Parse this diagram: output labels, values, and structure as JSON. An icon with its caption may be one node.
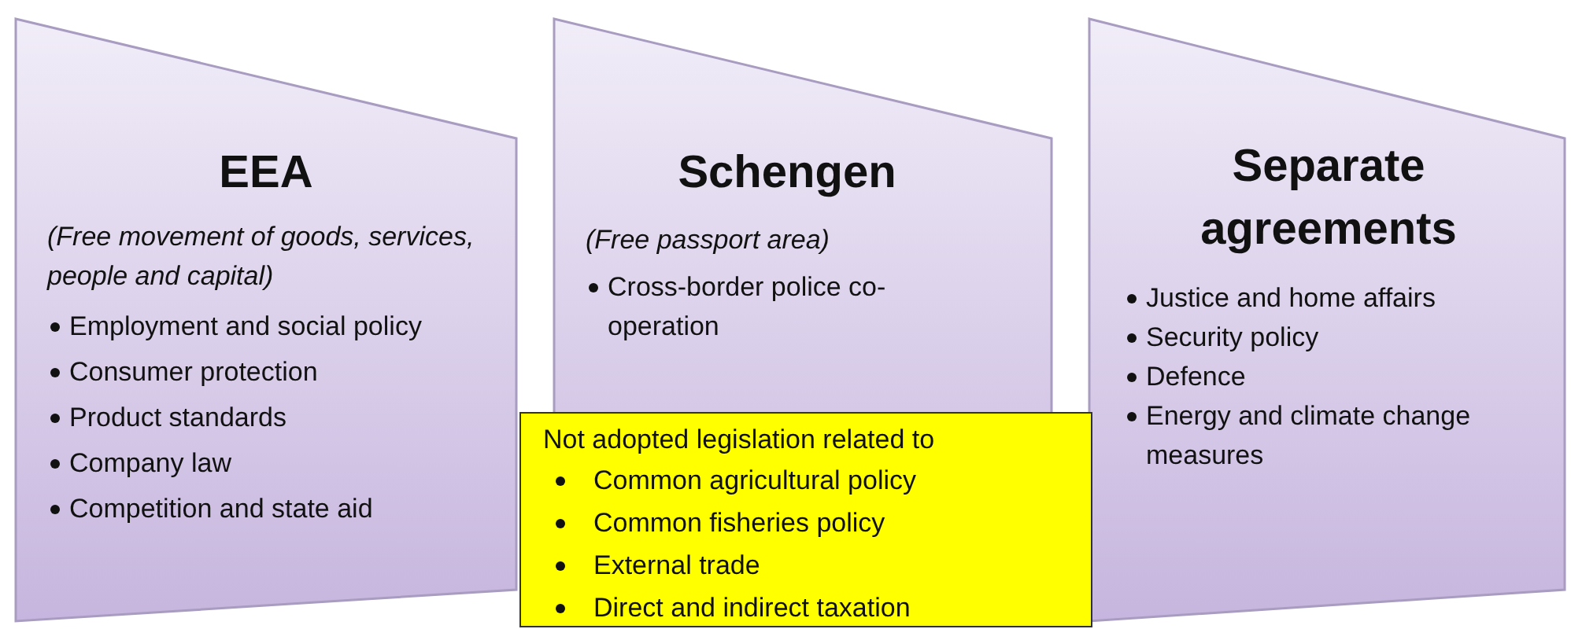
{
  "diagram": {
    "nodes": [
      {
        "text": [
          "EEA",
          "(Free movement of goods, services, people and capital)",
          "Employment and social policy",
          "Consumer protection",
          "Product standards",
          "Company law",
          "Competition and state aid"
        ]
      },
      {
        "text": [
          "Schengen",
          "(Free passport area)",
          "Cross-border police co-operation"
        ]
      },
      {
        "text": [
          "Separate agreements",
          "Justice and home affairs",
          "Security policy",
          "Defence",
          "Energy and climate change measures"
        ]
      },
      {
        "text": [
          "Not adopted legislation  related to",
          "Common agricultural policy",
          "Common fisheries policy",
          "External trade",
          "Direct and indirect taxation"
        ]
      }
    ]
  }
}
